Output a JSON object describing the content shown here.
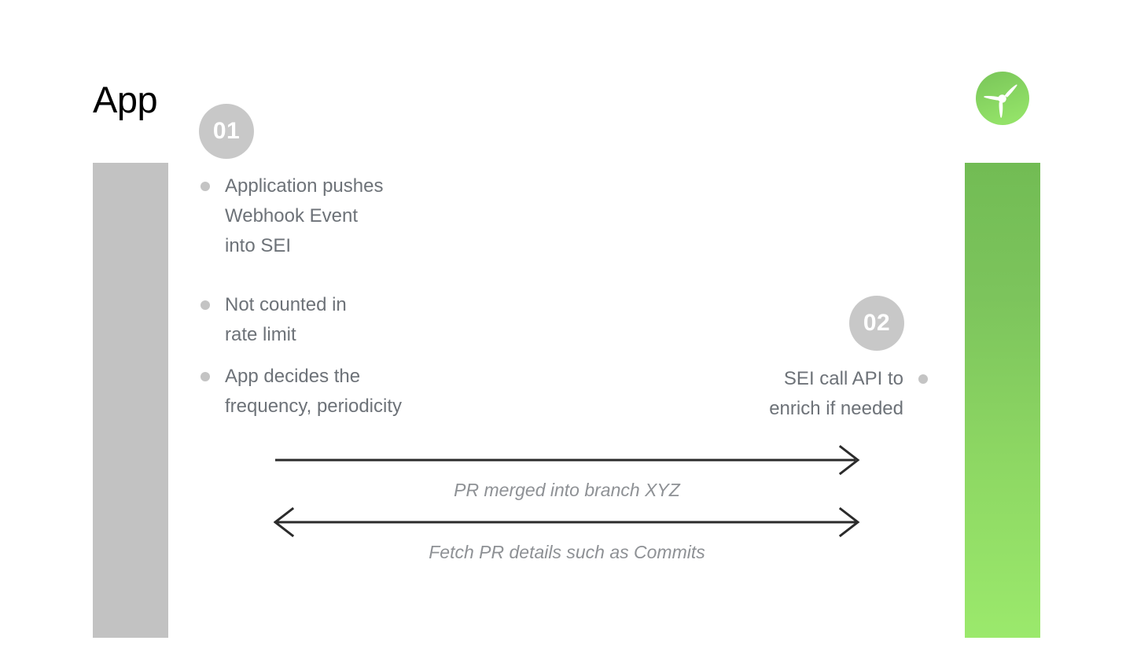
{
  "slide": {
    "title": "App",
    "background": "#ffffff"
  },
  "logo": {
    "name": "harness-propeller-logo",
    "circle_color_top": "#7cc85c",
    "circle_color_bottom": "#8ed966",
    "blade_color": "#ffffff"
  },
  "lanes": [
    {
      "name": "app-lane",
      "color": "#c2c2c2"
    },
    {
      "name": "sei-lane",
      "color_top": "#72bc54",
      "color_bottom": "#9be96c"
    }
  ],
  "steps": [
    {
      "badge": "01",
      "side": "left",
      "bullets": [
        "Application pushes\nWebhook Event\ninto SEI",
        "Not counted in\nrate limit",
        "App decides the\nfrequency, periodicity"
      ]
    },
    {
      "badge": "02",
      "side": "right",
      "bullets": [
        "SEI call API to\nenrich if needed"
      ]
    }
  ],
  "messages": [
    {
      "label": "PR merged into branch XYZ",
      "direction": "right",
      "arrowhead_start": false,
      "arrowhead_end": true
    },
    {
      "label": "Fetch PR details such as Commits",
      "direction": "both",
      "arrowhead_start": true,
      "arrowhead_end": true
    }
  ],
  "colors": {
    "text_body": "#6d7278",
    "text_label": "#8e9195",
    "badge_bg": "#c8c8c8",
    "bullet_dot": "#c4c4c4",
    "arrow_line": "#2b2b2b",
    "title": "#000000"
  }
}
